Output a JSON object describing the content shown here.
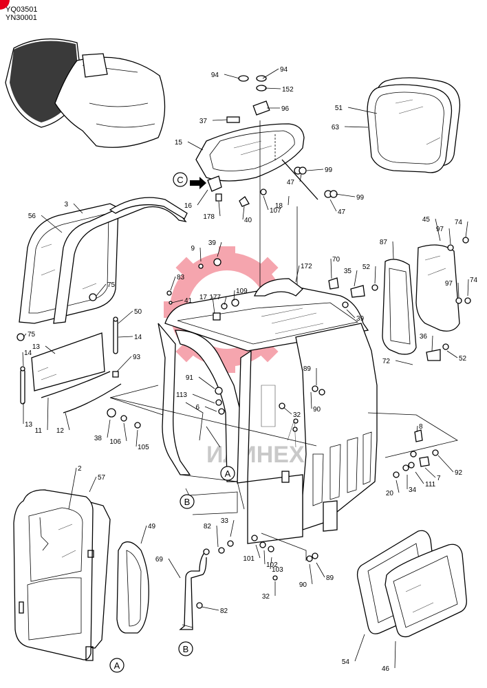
{
  "header": {
    "line1": "YQ03501",
    "line2": "YN30001"
  },
  "colors": {
    "ink": "#000000",
    "accent": "#e5001a",
    "watermark": "#f2b8b8"
  },
  "watermark_text": "ИЛИНЕХ",
  "callouts": {
    "A": "A",
    "B": "B",
    "C": "C"
  },
  "labels": [
    "94",
    "94",
    "152",
    "96",
    "37",
    "15",
    "99",
    "47",
    "99",
    "47",
    "18",
    "107",
    "40",
    "178",
    "16",
    "51",
    "63",
    "3",
    "56",
    "75",
    "75",
    "14",
    "13",
    "50",
    "14",
    "13",
    "93",
    "11",
    "12",
    "9",
    "39",
    "83",
    "41",
    "17",
    "177",
    "109",
    "172",
    "70",
    "35",
    "52",
    "39",
    "87",
    "45",
    "97",
    "74",
    "97",
    "74",
    "36",
    "72",
    "52",
    "91",
    "113",
    "6",
    "89",
    "90",
    "32",
    "38",
    "106",
    "105",
    "8",
    "92",
    "7",
    "111",
    "34",
    "20",
    "2",
    "57",
    "49",
    "82",
    "33",
    "101",
    "102",
    "103",
    "32",
    "69",
    "82",
    "90",
    "89",
    "54",
    "46"
  ]
}
